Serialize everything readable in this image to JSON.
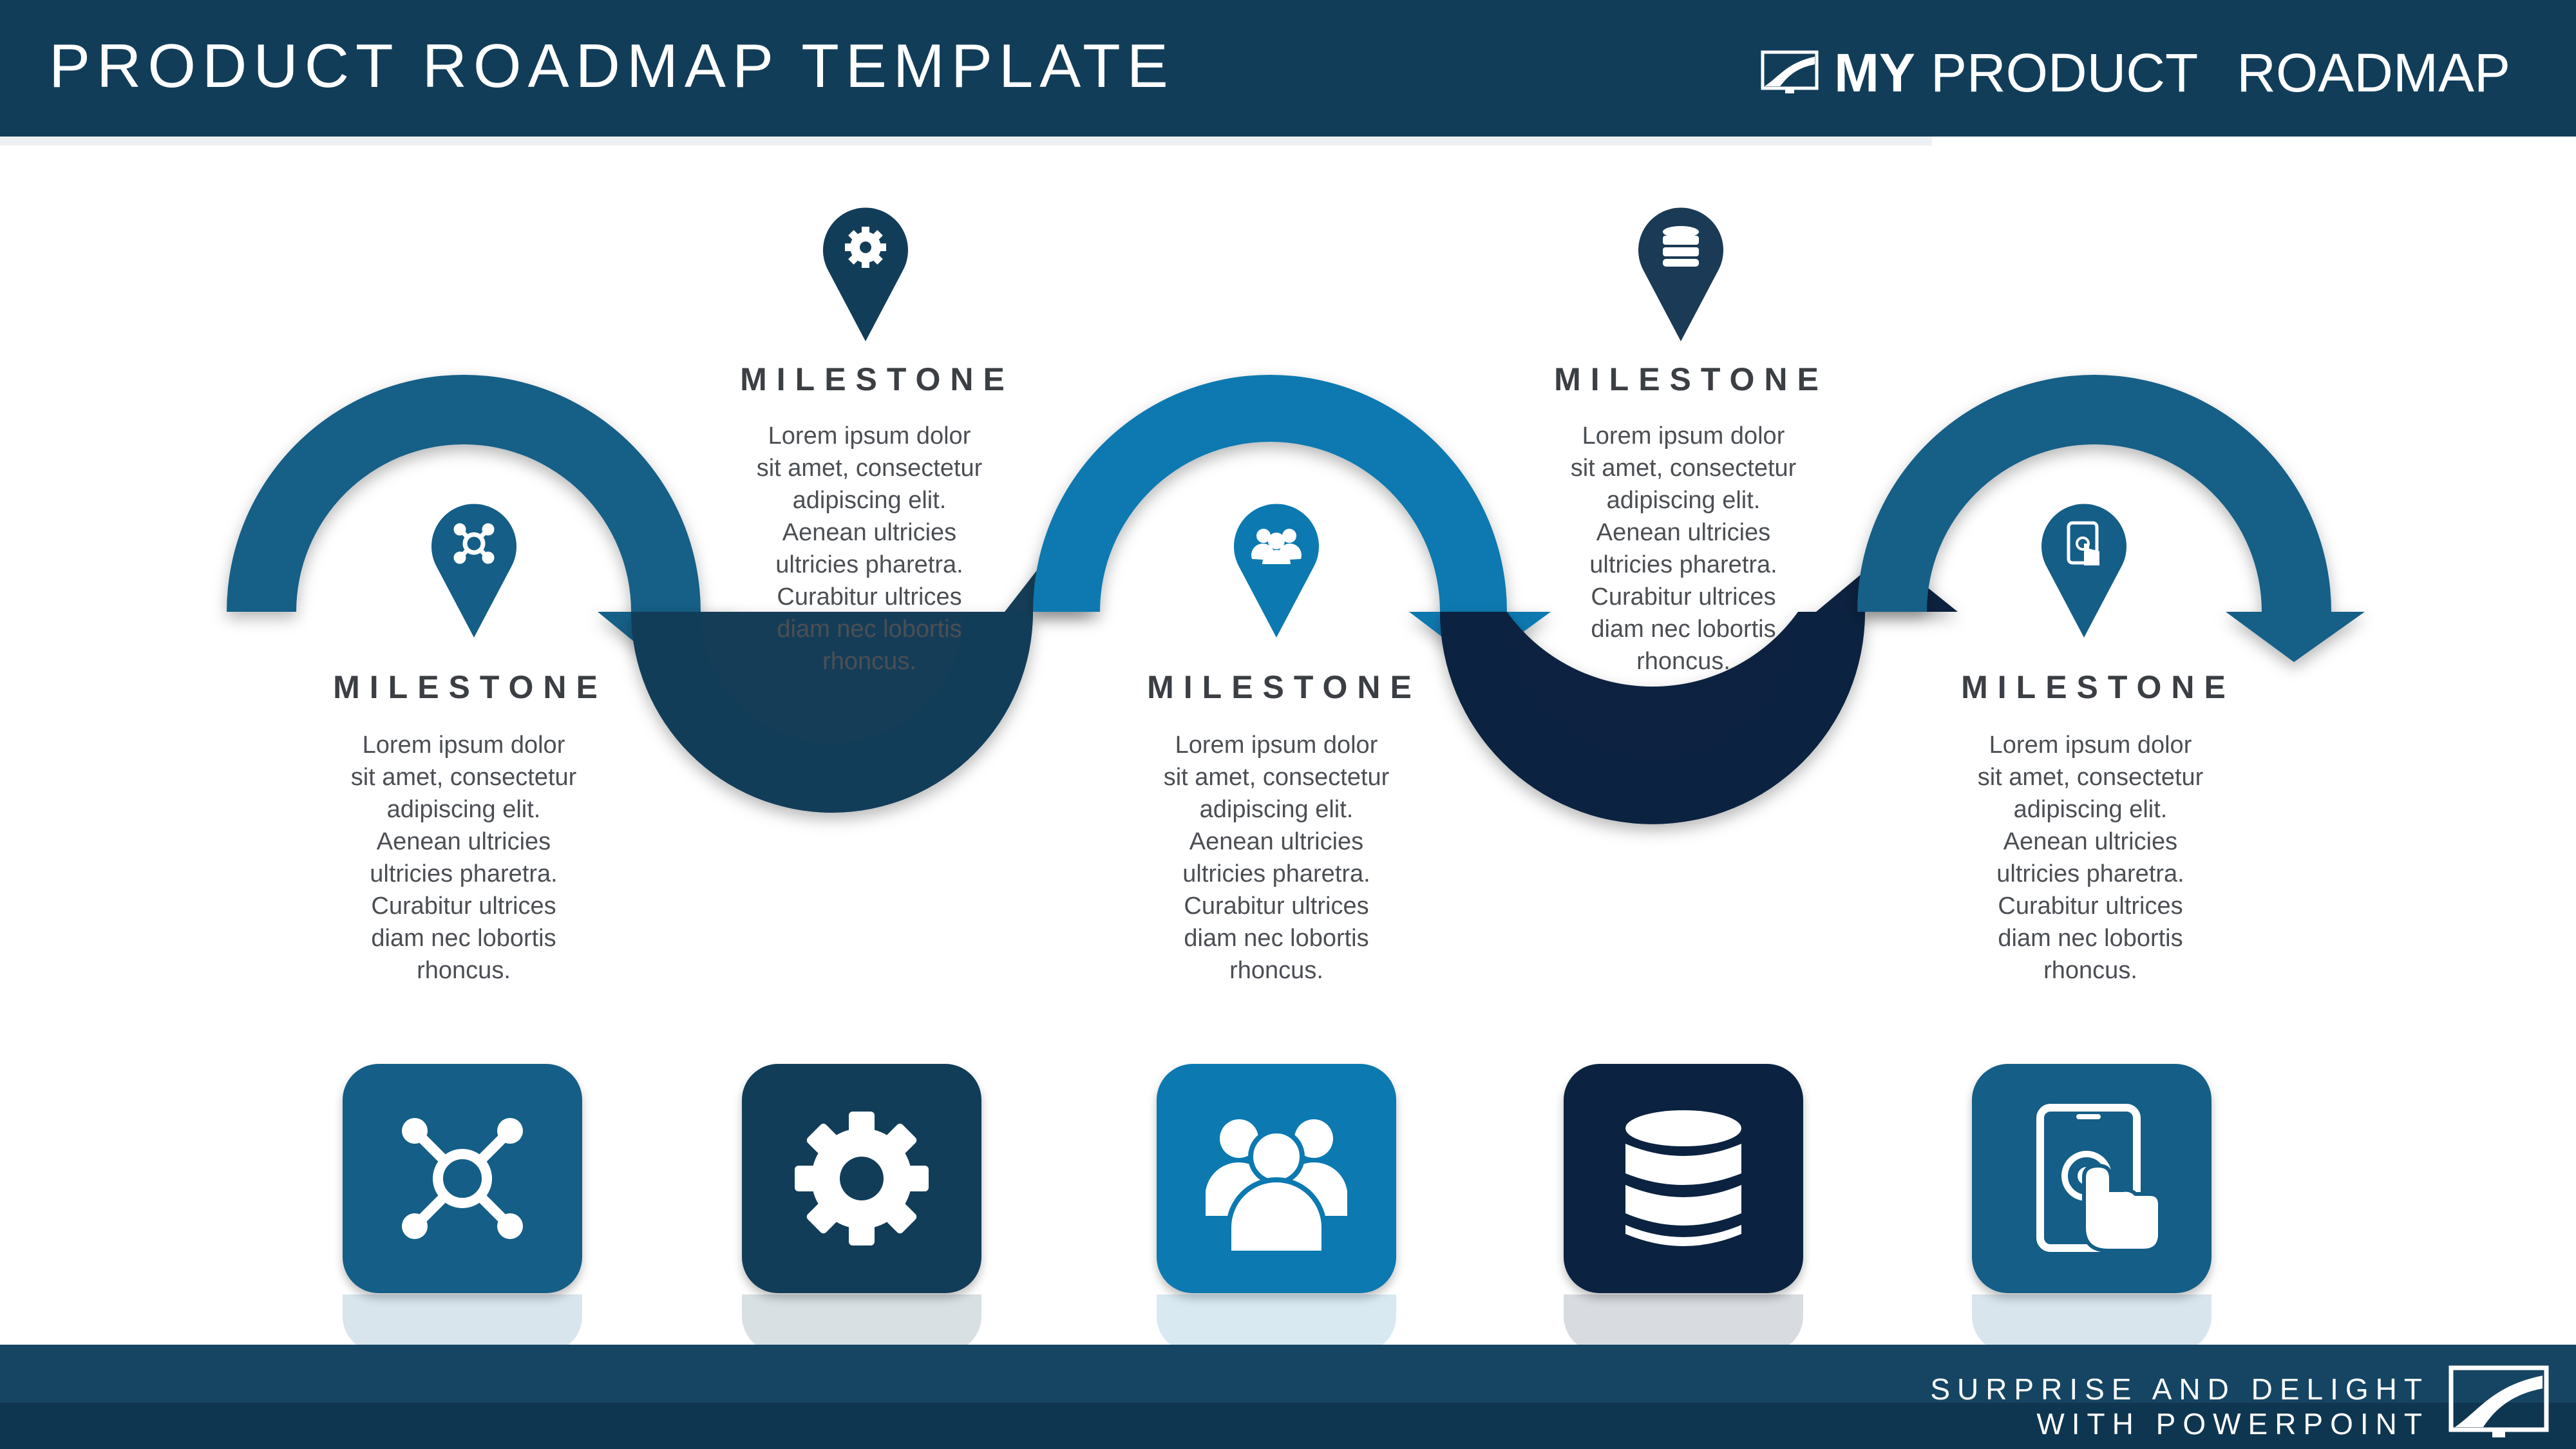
{
  "header": {
    "title": "PRODUCT ROADMAP TEMPLATE",
    "brand": {
      "my": "MY",
      "product": "PRODUCT",
      "roadmap": "ROADMAP",
      "logo_icon": "road-monitor-icon"
    }
  },
  "footer": {
    "tagline_line1": "SURPRISE AND DELIGHT",
    "tagline_line2": "WITH POWERPOINT",
    "logo_icon": "road-monitor-icon"
  },
  "colors": {
    "navy_header": "#123d59",
    "blue_medium": "#145e87",
    "blue_dark": "#123d59",
    "blue_bright": "#0c79b0",
    "navy_deep": "#0b2340",
    "text_title": "#3b3f44",
    "text_body": "#4b4f54"
  },
  "milestones": [
    {
      "title": "MILESTONE",
      "text": "Lorem ipsum dolor\nsit amet, consectetur\nadipiscing elit.\nAenean ultricies\nultricies pharetra.\nCurabitur ultrices\ndiam nec lobortis\nrhoncus.",
      "icon": "network-hub-icon",
      "color": "#145e87"
    },
    {
      "title": "MILESTONE",
      "text": "Lorem ipsum dolor\nsit amet, consectetur\nadipiscing elit.\nAenean ultricies\nultricies pharetra.\nCurabitur ultrices\ndiam nec lobortis\nrhoncus.",
      "icon": "gear-icon",
      "color": "#123d59"
    },
    {
      "title": "MILESTONE",
      "text": "Lorem ipsum dolor\nsit amet, consectetur\nadipiscing elit.\nAenean ultricies\nultricies pharetra.\nCurabitur ultrices\ndiam nec lobortis\nrhoncus.",
      "icon": "team-icon",
      "color": "#0c79b0"
    },
    {
      "title": "MILESTONE",
      "text": "Lorem ipsum dolor\nsit amet, consectetur\nadipiscing elit.\nAenean ultricies\nultricies pharetra.\nCurabitur ultrices\ndiam nec lobortis\nrhoncus.",
      "icon": "database-icon",
      "color": "#0b2340"
    },
    {
      "title": "MILESTONE",
      "text": "Lorem ipsum dolor\nsit amet, consectetur\nadipiscing elit.\nAenean ultricies\nultricies pharetra.\nCurabitur ultrices\ndiam nec lobortis\nrhoncus.",
      "icon": "tablet-touch-icon",
      "color": "#145e87"
    }
  ]
}
